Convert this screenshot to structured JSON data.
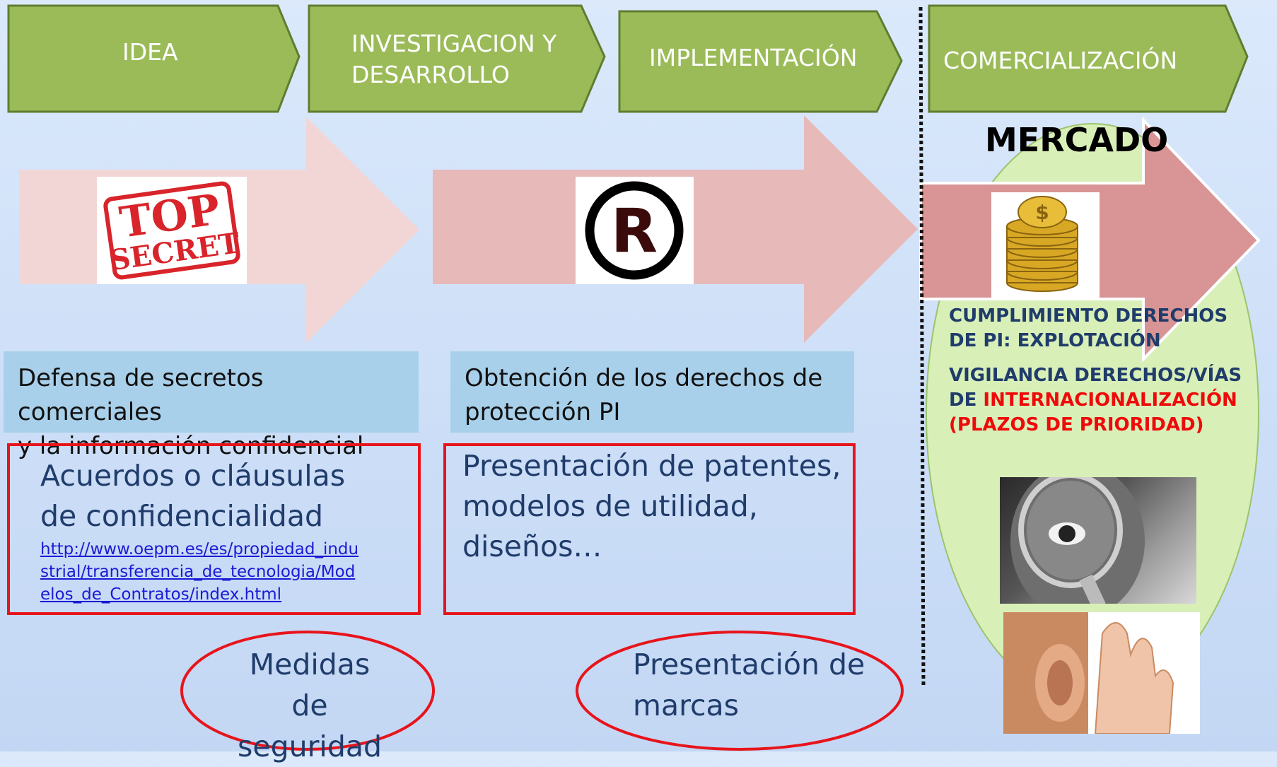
{
  "stages": [
    {
      "label": "IDEA"
    },
    {
      "label_line1": "INVESTIGACION Y",
      "label_line2": "DESARROLLO"
    },
    {
      "label": "IMPLEMENTACIÓN"
    },
    {
      "label": "COMERCIALIZACIÓN"
    }
  ],
  "market_title": "MERCADO",
  "top_secret": {
    "line1": "TOP",
    "line2": "SECRET"
  },
  "registered_symbol": "R",
  "coin_symbol": "$",
  "blue_boxes": [
    {
      "line1": "Defensa de secretos comerciales",
      "line2": "y la información confidencial"
    },
    {
      "line1": "Obtención de los derechos de",
      "line2": "protección PI"
    }
  ],
  "red_boxes": [
    {
      "line1": "Acuerdos o cláusulas",
      "line2": "de confidencialidad",
      "link": "http://www.oepm.es/es/propiedad_industrial/transferencia_de_tecnologia/Modelos_de_Contratos/index.html"
    },
    {
      "line1": "Presentación de patentes,",
      "line2": "modelos de utilidad,",
      "line3": "diseños…"
    }
  ],
  "ovals": [
    {
      "line1": "Medidas de",
      "line2": "seguridad"
    },
    {
      "line1": "Presentación de",
      "line2": "marcas"
    }
  ],
  "market_text": {
    "p1_line1": "CUMPLIMIENTO DERECHOS",
    "p1_line2": "DE PI: EXPLOTACIÓN",
    "p2_line1": "VIGILANCIA DERECHOS/VÍAS",
    "p2_line2_prefix": "DE ",
    "p2_line2_highlight": "INTERNACIONALIZACIÓN",
    "p2_line3": "(PLAZOS DE PRIORIDAD)"
  },
  "colors": {
    "stage_green": "#9bbb59",
    "stage_border": "#5f7d30",
    "arrow_light": "#f2d6d6",
    "arrow_mid": "#e5b8b8",
    "arrow_dark": "#d99595",
    "market_oval": "#d9efb8",
    "red_outline": "#e8141b",
    "navy_text": "#1f3c6b",
    "highlight_red": "#ee0a0a"
  }
}
